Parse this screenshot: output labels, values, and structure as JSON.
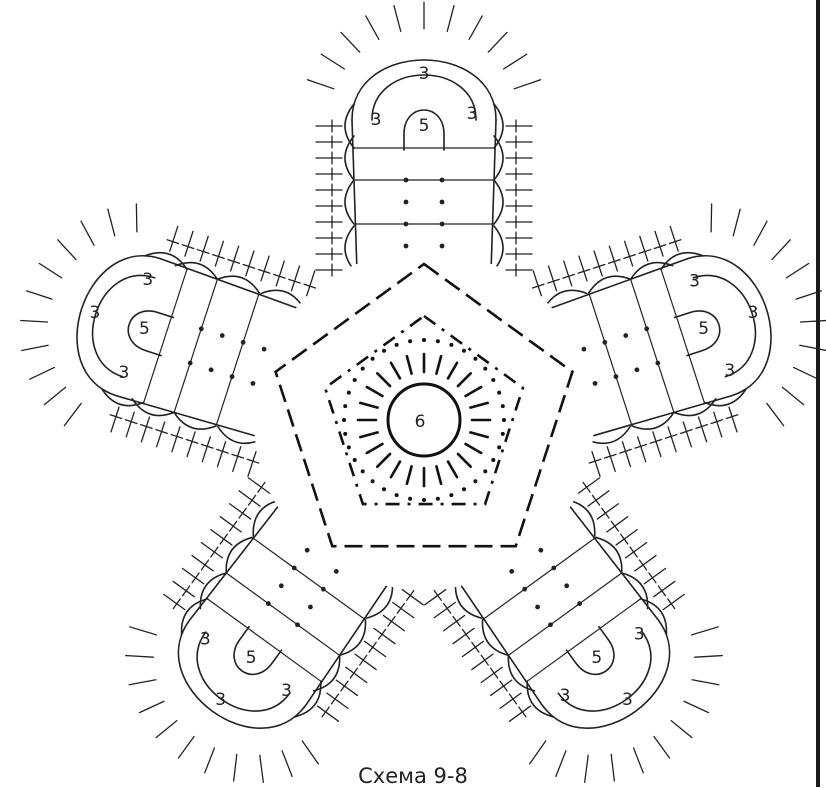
{
  "caption": "Схема 9-8",
  "center": {
    "count": "6"
  },
  "petal": {
    "tip_count": "5",
    "loop_count": "3"
  }
}
